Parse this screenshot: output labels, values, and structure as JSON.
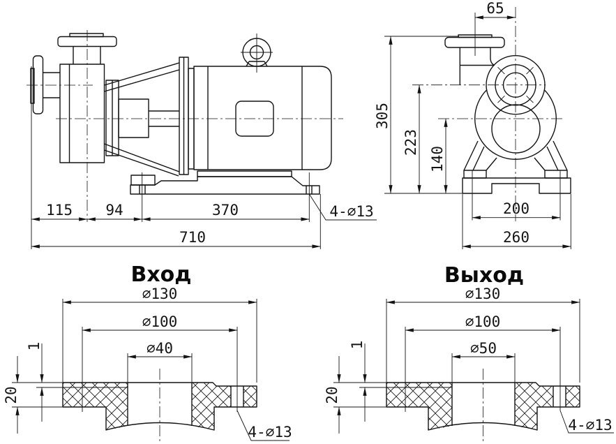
{
  "side_view": {
    "dim_115": "115",
    "dim_94": "94",
    "dim_370": "370",
    "dim_710": "710",
    "bolt_note": "4-∅13"
  },
  "front_view": {
    "dim_65": "65",
    "dim_305": "305",
    "dim_223": "223",
    "dim_140": "140",
    "dim_200": "200",
    "dim_260": "260"
  },
  "inlet_section": {
    "title": "Вход",
    "dim_od": "∅130",
    "dim_bolt_circle": "∅100",
    "dim_bore": "∅40",
    "dim_lining": "1",
    "dim_thickness": "20",
    "bolt_note": "4-∅13"
  },
  "outlet_section": {
    "title": "Выход",
    "dim_od": "∅130",
    "dim_bolt_circle": "∅100",
    "dim_bore": "∅50",
    "dim_lining": "1",
    "dim_thickness": "20",
    "bolt_note": "4-∅13"
  },
  "colors": {
    "line": "#141414",
    "background": "#ffffff"
  }
}
